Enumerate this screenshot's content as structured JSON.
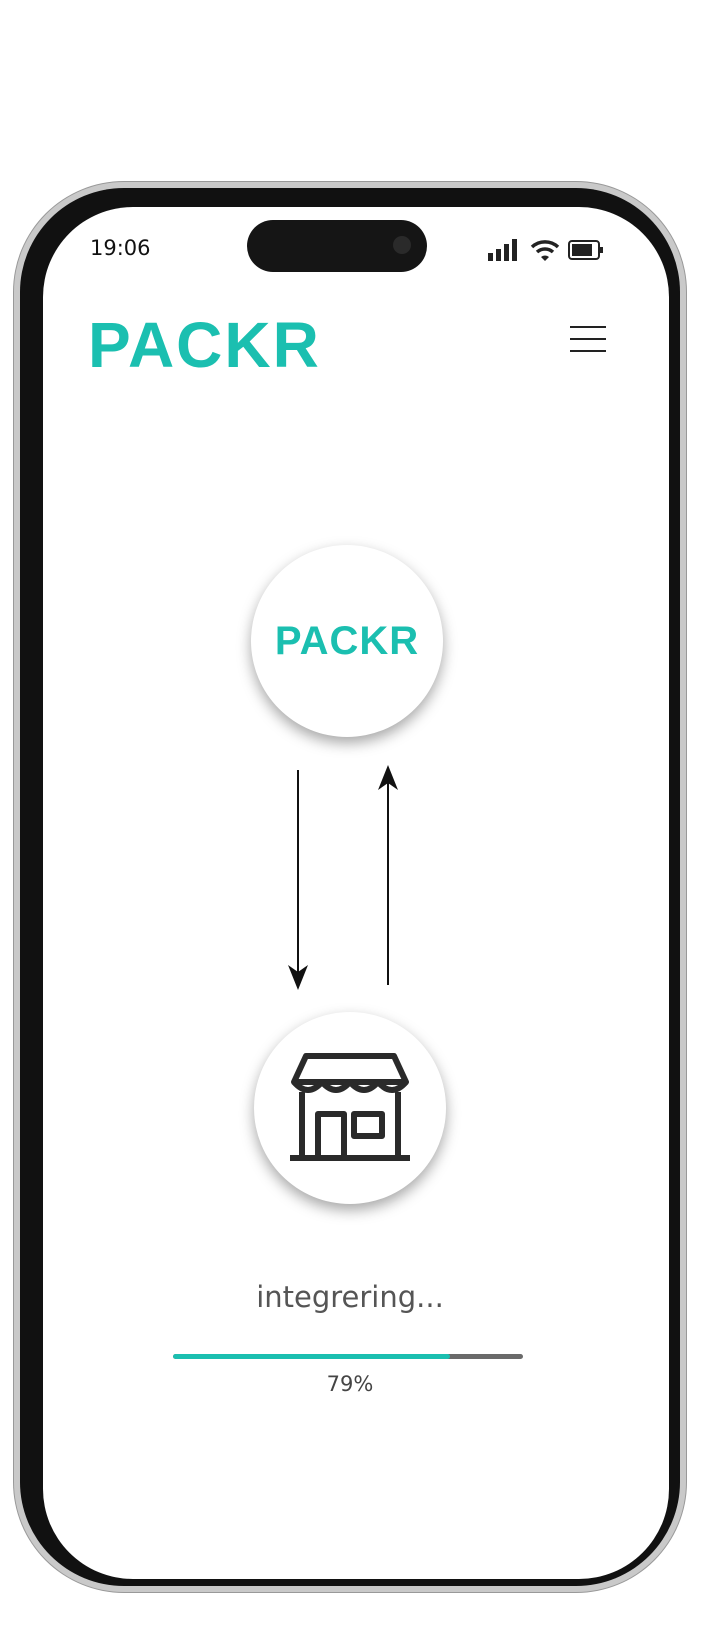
{
  "status_bar": {
    "time": "19:06"
  },
  "header": {
    "logo_text": "PACKR",
    "menu_icon": "hamburger-menu-icon"
  },
  "integration": {
    "source_logo_text": "PACKR",
    "target_icon": "storefront-icon",
    "status_text": "integrering...",
    "progress_percent": 79,
    "progress_label": "79%"
  },
  "colors": {
    "accent": "#1bbfb0",
    "track": "#6a6a6a",
    "text": "#555555"
  }
}
